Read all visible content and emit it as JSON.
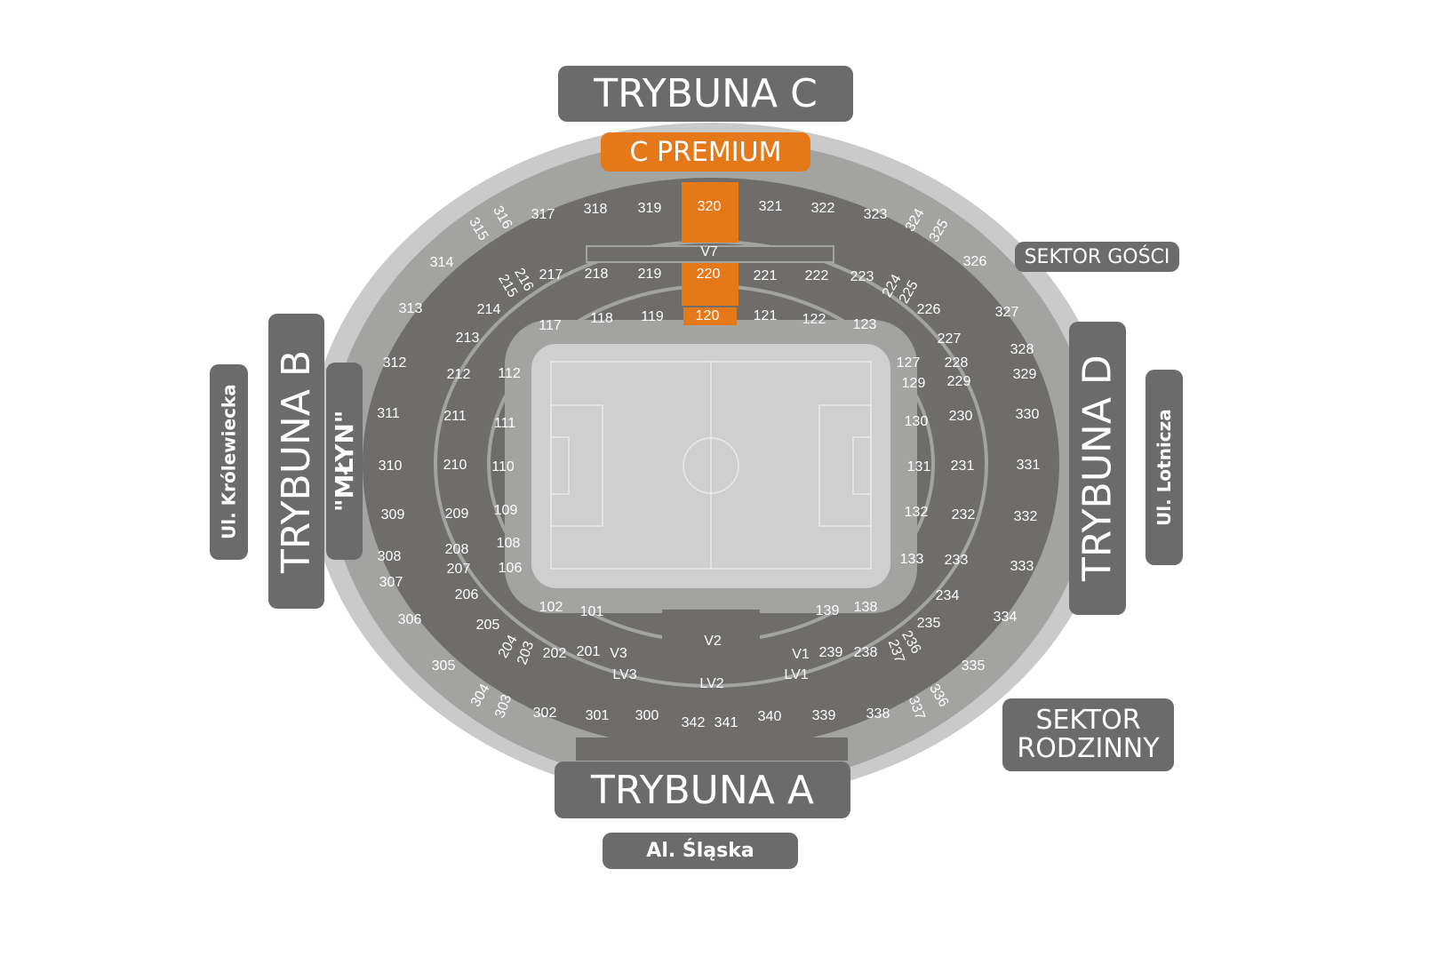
{
  "labels": {
    "trybuna_c": "TRYBUNA  C",
    "c_premium": "C PREMIUM",
    "sektor_gosci": "SEKTOR GOŚCI",
    "trybuna_d": "TRYBUNA  D",
    "ul_lotnicza": "Ul. Lotnicza",
    "trybuna_b": "TRYBUNA  B",
    "mlyn": "\"MŁYN\"",
    "ul_krolewiecka": "Ul. Królewiecka",
    "trybuna_a": "TRYBUNA  A",
    "al_slaska": "Al. Śląska",
    "sektor_rodzinny": "SEKTOR RODZINNY"
  },
  "colors": {
    "highlight": "#e57818",
    "sector": "#6e6d6b",
    "ring": "#a3a3a2",
    "outer": "#c9cac9",
    "pitch": "#cfcfcf"
  },
  "highlighted_sectors": [
    "320",
    "220",
    "120"
  ],
  "sectors": [
    "317",
    "318",
    "319",
    "320",
    "321",
    "322",
    "323",
    "324",
    "325",
    "316",
    "315",
    "314",
    "313",
    "312",
    "311",
    "310",
    "309",
    "308",
    "307",
    "306",
    "305",
    "304",
    "303",
    "302",
    "301",
    "300",
    "342",
    "341",
    "340",
    "339",
    "338",
    "337",
    "336",
    "335",
    "334",
    "333",
    "332",
    "331",
    "330",
    "329",
    "328",
    "327",
    "326",
    "217",
    "218",
    "219",
    "220",
    "221",
    "222",
    "223",
    "224",
    "225",
    "226",
    "227",
    "228",
    "229",
    "230",
    "231",
    "232",
    "233",
    "234",
    "235",
    "236",
    "237",
    "238",
    "239",
    "V1",
    "V2",
    "V3",
    "201",
    "202",
    "203",
    "204",
    "205",
    "206",
    "207",
    "208",
    "209",
    "210",
    "211",
    "212",
    "213",
    "214",
    "215",
    "216",
    "117",
    "118",
    "119",
    "120",
    "121",
    "122",
    "123",
    "127",
    "129",
    "130",
    "131",
    "132",
    "133",
    "138",
    "139",
    "101",
    "102",
    "106",
    "108",
    "109",
    "110",
    "111",
    "112",
    "V7",
    "LV3",
    "LV2",
    "LV1"
  ]
}
